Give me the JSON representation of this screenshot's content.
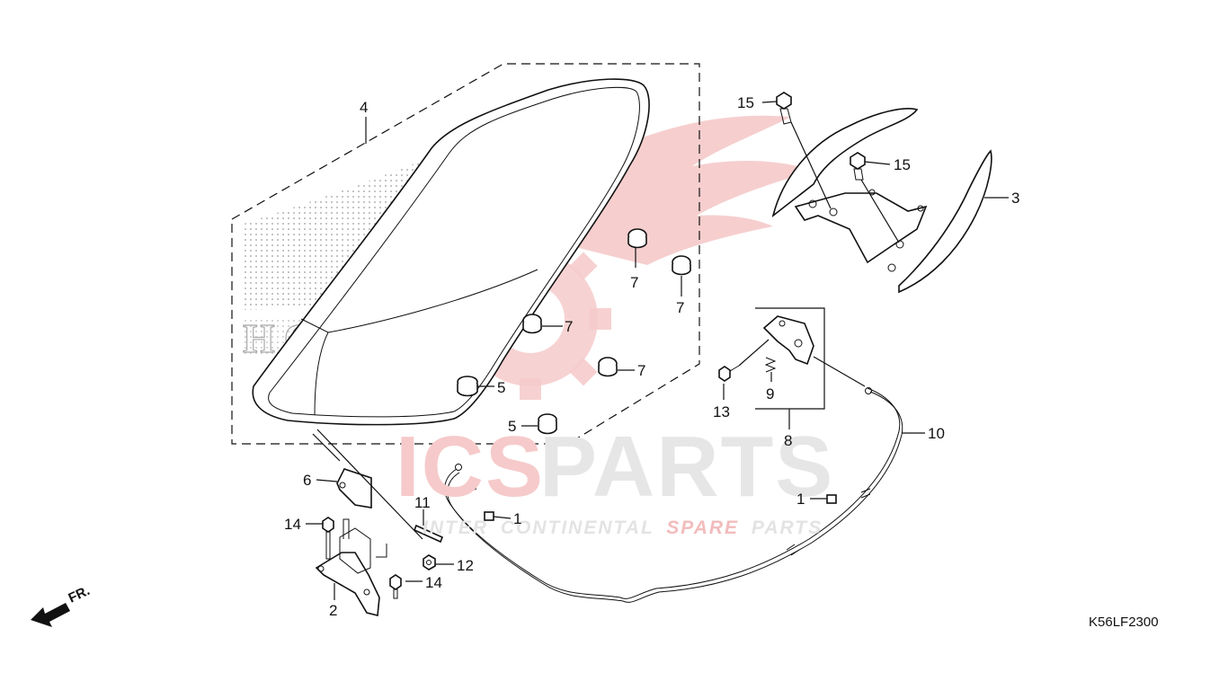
{
  "watermark": {
    "brand_left": "ICS",
    "brand_right": "PARTS",
    "tagline_parts": [
      "INTER",
      "CONTINENTAL",
      "SPARE",
      "PARTS"
    ]
  },
  "seat_emblem_text": "HONDA",
  "diagram_code": "K56LF2300",
  "front_indicator": "FR.",
  "callouts": {
    "c1a": "1",
    "c1b": "1",
    "c2": "2",
    "c3": "3",
    "c4": "4",
    "c5a": "5",
    "c5b": "5",
    "c6": "6",
    "c7a": "7",
    "c7b": "7",
    "c7c": "7",
    "c7d": "7",
    "c8": "8",
    "c9": "9",
    "c10": "10",
    "c11": "11",
    "c12": "12",
    "c13": "13",
    "c14a": "14",
    "c14b": "14",
    "c15a": "15",
    "c15b": "15"
  },
  "colors": {
    "line": "#111111",
    "watermark_red": "#f0b4b4",
    "watermark_grey": "#e6e6e6"
  }
}
